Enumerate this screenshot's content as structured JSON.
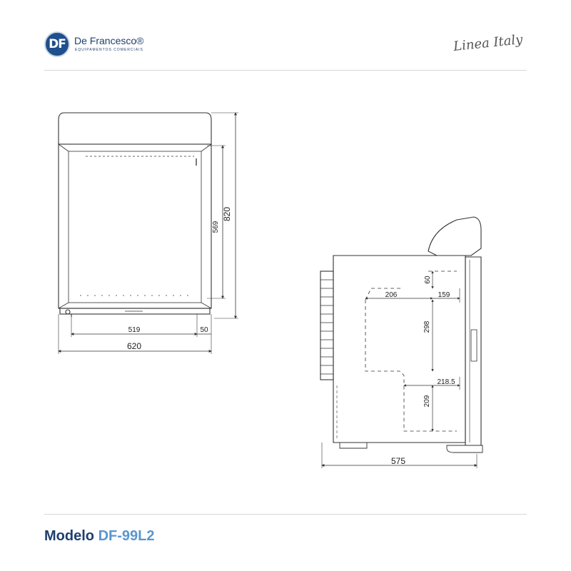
{
  "header": {
    "brand_badge": "DF",
    "brand_name": "De Francesco®",
    "brand_sub": "EQUIPAMENTOS COMERCIAIS",
    "tagline": "Linea Italy"
  },
  "front_view": {
    "height_total": "820",
    "height_inner": "569",
    "width_inner": "519",
    "width_side": "50",
    "width_total": "620"
  },
  "side_view": {
    "dim_60": "60",
    "dim_206": "206",
    "dim_159": "159",
    "dim_298": "298",
    "dim_218_5": "218.5",
    "dim_209": "209",
    "depth_total": "575"
  },
  "footer": {
    "model_label": "Modelo",
    "model_code": "DF-99L2"
  }
}
